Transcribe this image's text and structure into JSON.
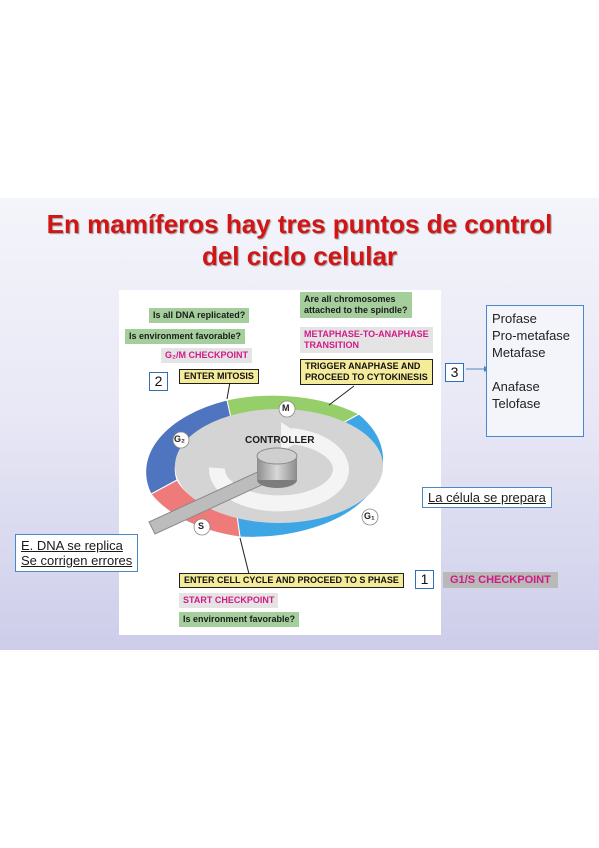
{
  "title": {
    "line1": "En mamíferos hay tres puntos de control",
    "line2": "del ciclo celular"
  },
  "figure": {
    "q_dna": "Is all DNA replicated?",
    "q_env_top": "Is environment favorable?",
    "g2m_checkpoint": "G₂/M CHECKPOINT",
    "enter_mitosis": "ENTER MITOSIS",
    "q_chromosomes_l1": "Are all chromosomes",
    "q_chromosomes_l2": "attached to the spindle?",
    "meta_ana_l1": "METAPHASE-TO-ANAPHASE",
    "meta_ana_l2": "TRANSITION",
    "trigger_l1": "TRIGGER ANAPHASE AND",
    "trigger_l2": "PROCEED TO CYTOKINESIS",
    "controller": "CONTROLLER",
    "phase_m": "M",
    "phase_g2": "G₂",
    "phase_s": "S",
    "phase_g1": "G₁",
    "enter_cycle": "ENTER CELL CYCLE AND PROCEED TO S PHASE",
    "start_checkpoint": "START CHECKPOINT",
    "q_env_bottom": "Is environment favorable?"
  },
  "numbers": {
    "n1": "1",
    "n2": "2",
    "n3": "3"
  },
  "g1s_checkpoint": "G1/S CHECKPOINT",
  "notes": {
    "dna_l1": "E. DNA se replica",
    "dna_l2": "Se corrigen errores",
    "celula": "La célula se prepara"
  },
  "phases_list": [
    "Profase",
    "Pro-metafase",
    "Metafase",
    "",
    "Anafase",
    "Telofase"
  ],
  "colors": {
    "title": "#d21414",
    "m_phase": "#96cf6a",
    "g2_phase": "#4f74c0",
    "s_phase": "#ef7a7a",
    "g1_phase": "#3fa6e6",
    "checkpoint_text": "#d21a86",
    "question_box": "#a4cf9d",
    "action_box": "#f4ec9a"
  }
}
